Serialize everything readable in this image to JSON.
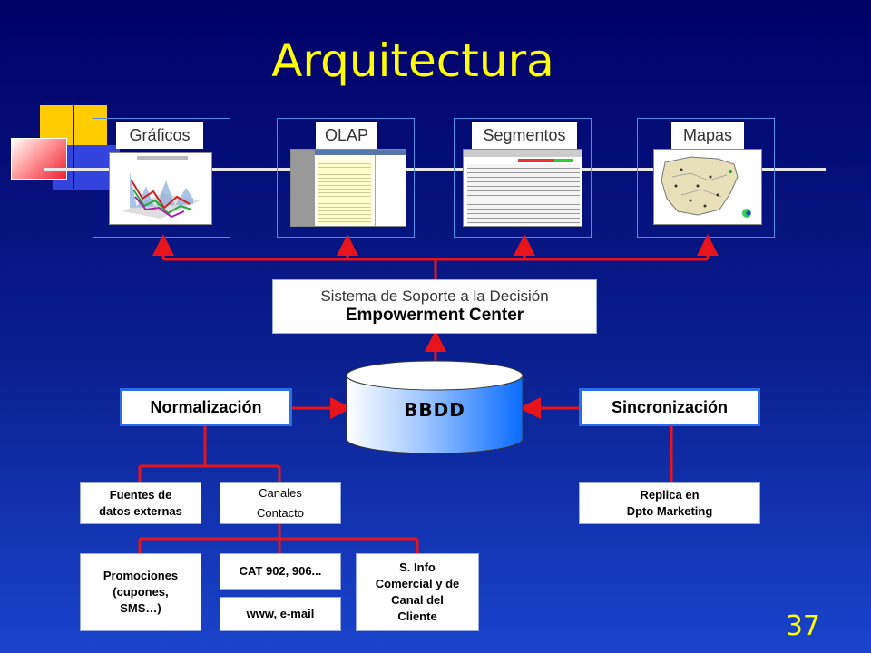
{
  "slide": {
    "title": "Arquitectura",
    "page_number": "37"
  },
  "tools": [
    {
      "label": "Gráficos"
    },
    {
      "label": "OLAP"
    },
    {
      "label": "Segmentos"
    },
    {
      "label": "Mapas"
    }
  ],
  "dss": {
    "line1": "Sistema de Soporte a la Decisión",
    "line2": "Empowerment Center"
  },
  "database": {
    "label": "BBDD"
  },
  "normalizacion": {
    "label": "Normalización"
  },
  "sincronizacion": {
    "label": "Sincronización"
  },
  "sources": {
    "fuentes": {
      "line1": "Fuentes de",
      "line2": "datos externas"
    },
    "canales": {
      "line1": "Canales",
      "line2": "Contacto"
    },
    "replica": {
      "line1": "Replica en",
      "line2": "Dpto Marketing"
    },
    "promociones": {
      "line1": "Promociones",
      "line2": "(cupones,",
      "line3": "SMS…)"
    },
    "cat": {
      "label": "CAT 902, 906..."
    },
    "www": {
      "label": "www, e-mail"
    },
    "sinfo": {
      "line1": "S. Info",
      "line2": "Comercial y de",
      "line3": "Canal  del",
      "line4": "Cliente"
    }
  },
  "colors": {
    "connector": "#e8141c",
    "title": "#ffff00",
    "panel_border": "#4a8ee6",
    "highlight_border": "#2a6fe8",
    "db_fill": "#3a8fff"
  }
}
